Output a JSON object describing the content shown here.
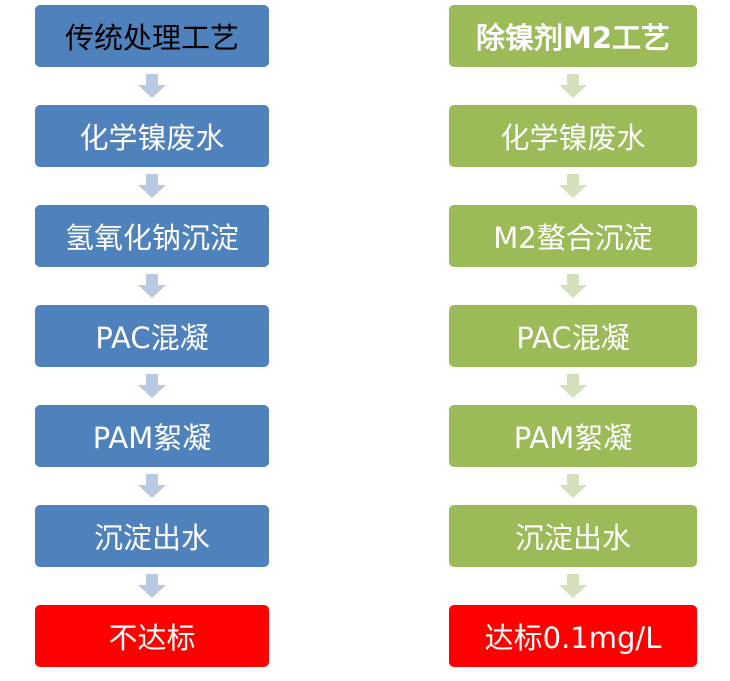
{
  "colors": {
    "blue": "#4f81bd",
    "green": "#9bbb59",
    "red": "#ff0000",
    "arrow_blue": "#b9c9e1",
    "arrow_green": "#d3e0bb"
  },
  "left": {
    "steps": [
      "传统处理工艺",
      "化学镍废水",
      "氢氧化钠沉淀",
      "PAC混凝",
      "PAM絮凝",
      "沉淀出水",
      "不达标"
    ]
  },
  "right": {
    "steps": [
      "除镍剂M2工艺",
      "化学镍废水",
      "M2螯合沉淀",
      "PAC混凝",
      "PAM絮凝",
      "沉淀出水",
      "达标0.1mg/L"
    ]
  }
}
